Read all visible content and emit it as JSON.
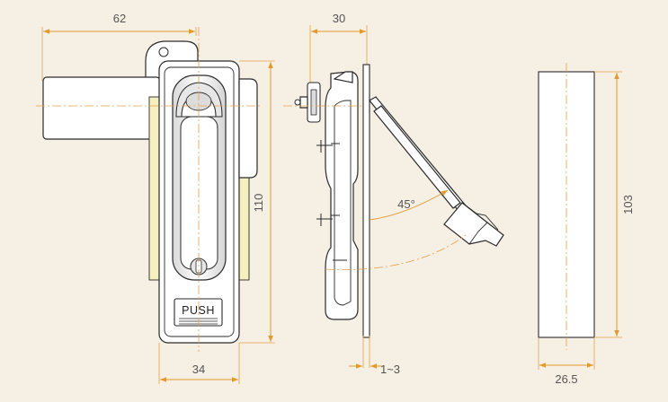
{
  "dimensions": {
    "overall_width": "62",
    "depth": "30",
    "height": "110",
    "base_width": "34",
    "panel_thickness": "1~3",
    "angle": "45°",
    "gasket_height": "103",
    "gasket_width": "26.5"
  },
  "labels": {
    "push": "PUSH"
  },
  "colors": {
    "background": "#f6efe4",
    "dimension_line": "#e39a2d",
    "outline": "#2a2a2a",
    "gasket_fill": "#f6efbf"
  }
}
